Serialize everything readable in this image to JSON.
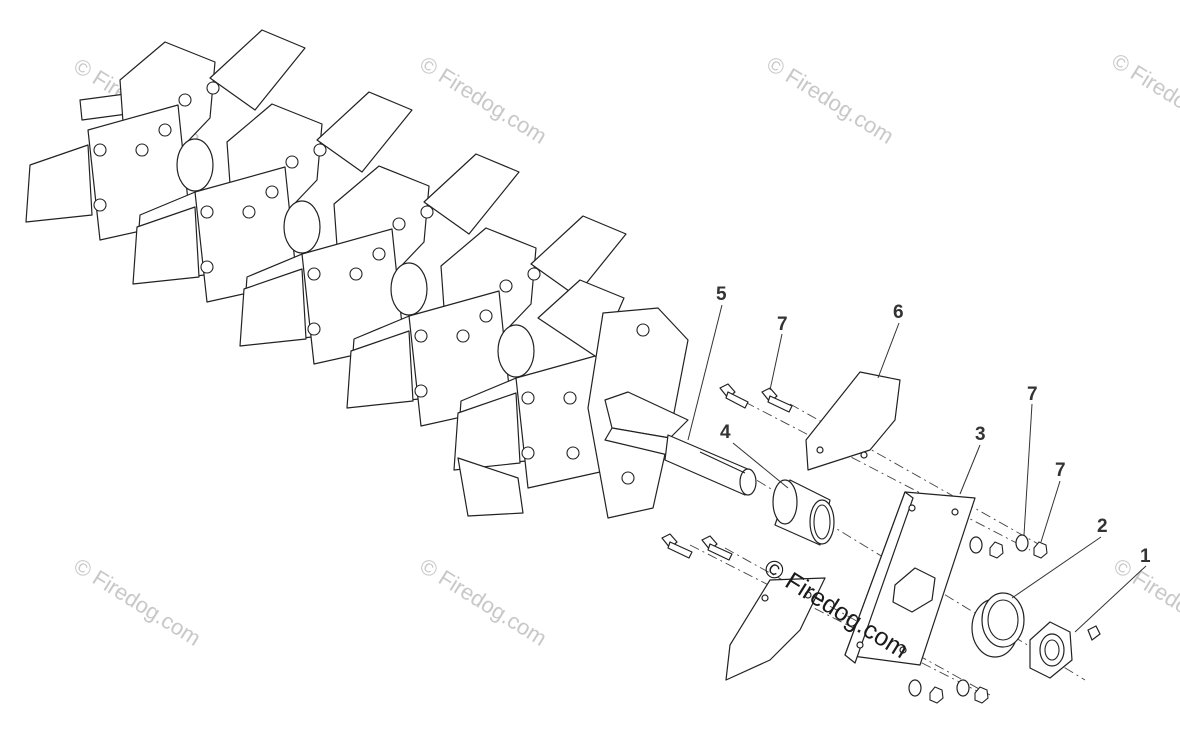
{
  "diagram": {
    "callouts": [
      {
        "id": "c1",
        "label": "1"
      },
      {
        "id": "c2",
        "label": "2"
      },
      {
        "id": "c3",
        "label": "3"
      },
      {
        "id": "c4",
        "label": "4"
      },
      {
        "id": "c5",
        "label": "5"
      },
      {
        "id": "c6",
        "label": "6"
      },
      {
        "id": "c7a",
        "label": "7"
      },
      {
        "id": "c7b",
        "label": "7"
      },
      {
        "id": "c7c",
        "label": "7"
      }
    ],
    "watermark_main": "© Firedog.com",
    "watermark_tile": "© Firedog.com"
  },
  "colors": {
    "line": "#222222",
    "watermark": "#c8c8c8",
    "callout": "#333333"
  }
}
